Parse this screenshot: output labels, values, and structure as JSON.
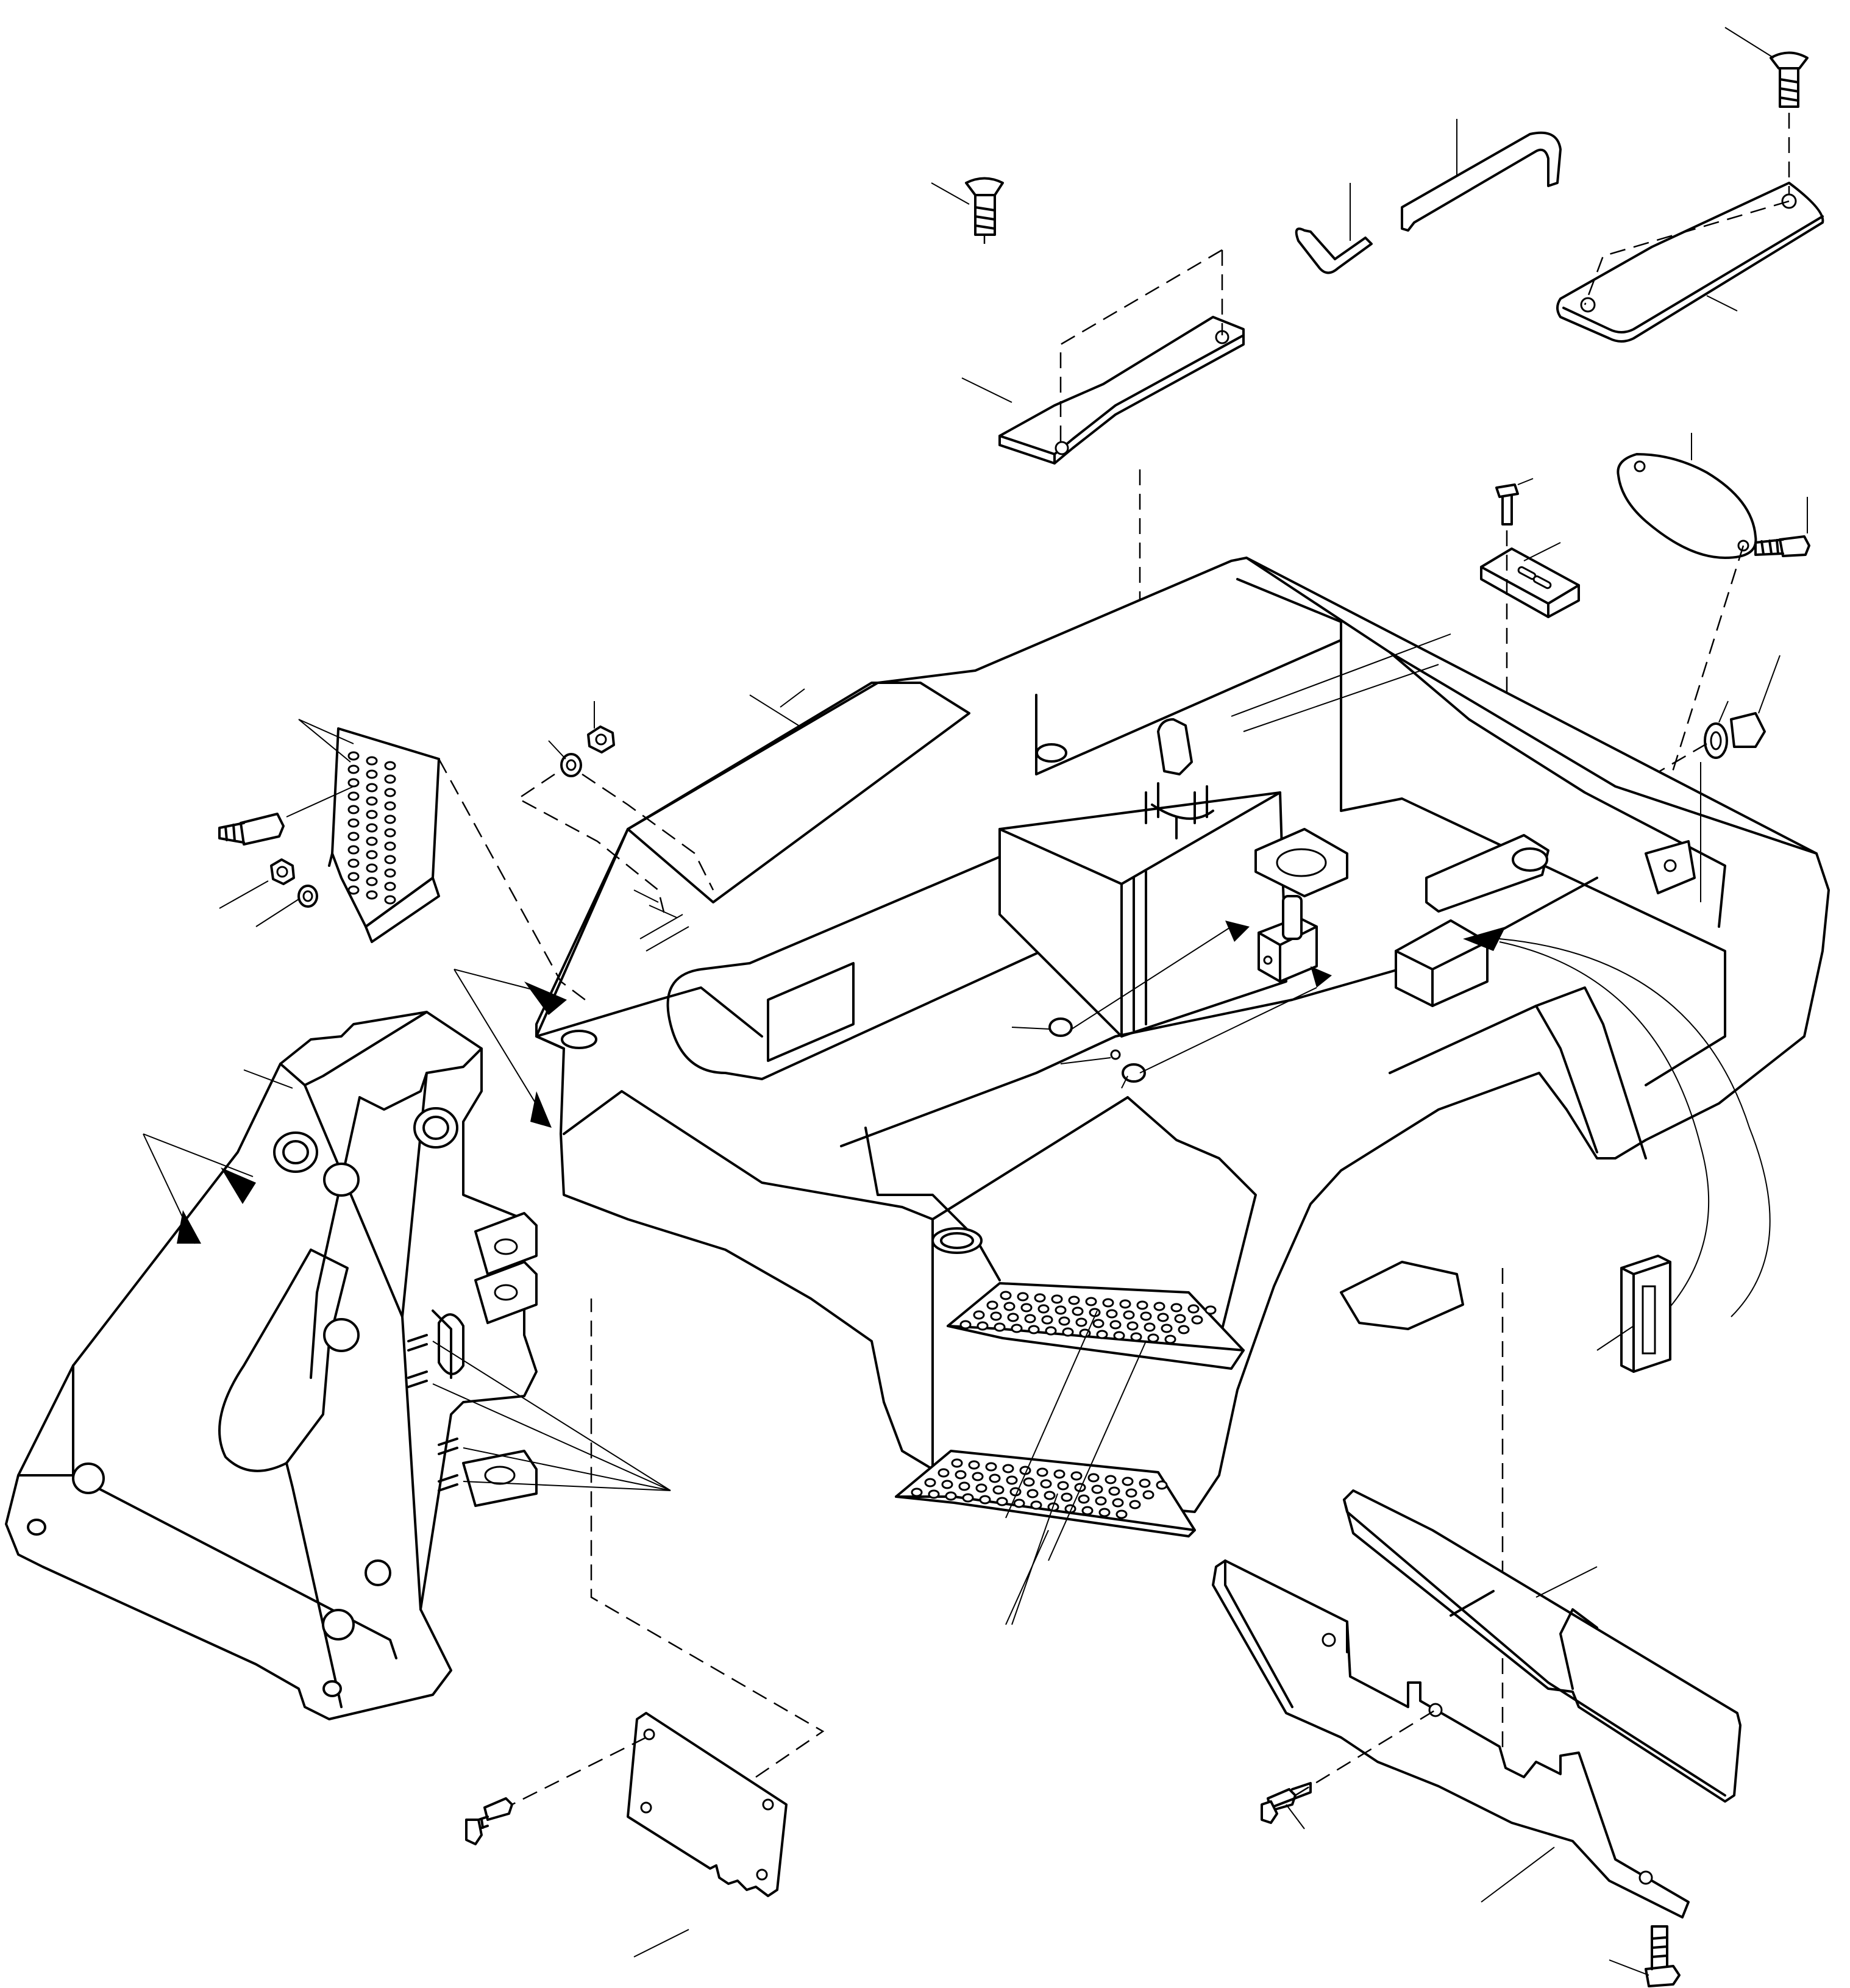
{
  "figure": {
    "kind": "exploded-parts-diagram",
    "labels_present": false,
    "line_color": "#000000",
    "background": "#ffffff"
  },
  "parts": [
    {
      "name": "main-frame"
    },
    {
      "name": "boom-bracket"
    },
    {
      "name": "top-cover-plate-left"
    },
    {
      "name": "top-cover-plate-right"
    },
    {
      "name": "retaining-bar-short"
    },
    {
      "name": "retaining-bar-long"
    },
    {
      "name": "oval-cover"
    },
    {
      "name": "slotted-clip"
    },
    {
      "name": "step-plate-side"
    },
    {
      "name": "step-plate-front-upper"
    },
    {
      "name": "step-plate-front-lower"
    },
    {
      "name": "bottom-cover-plate"
    },
    {
      "name": "counterweight-guard"
    },
    {
      "name": "guard-bracket"
    },
    {
      "name": "connector-block"
    },
    {
      "name": "bolts"
    },
    {
      "name": "nuts-and-washers"
    },
    {
      "name": "grease-plugs"
    }
  ]
}
